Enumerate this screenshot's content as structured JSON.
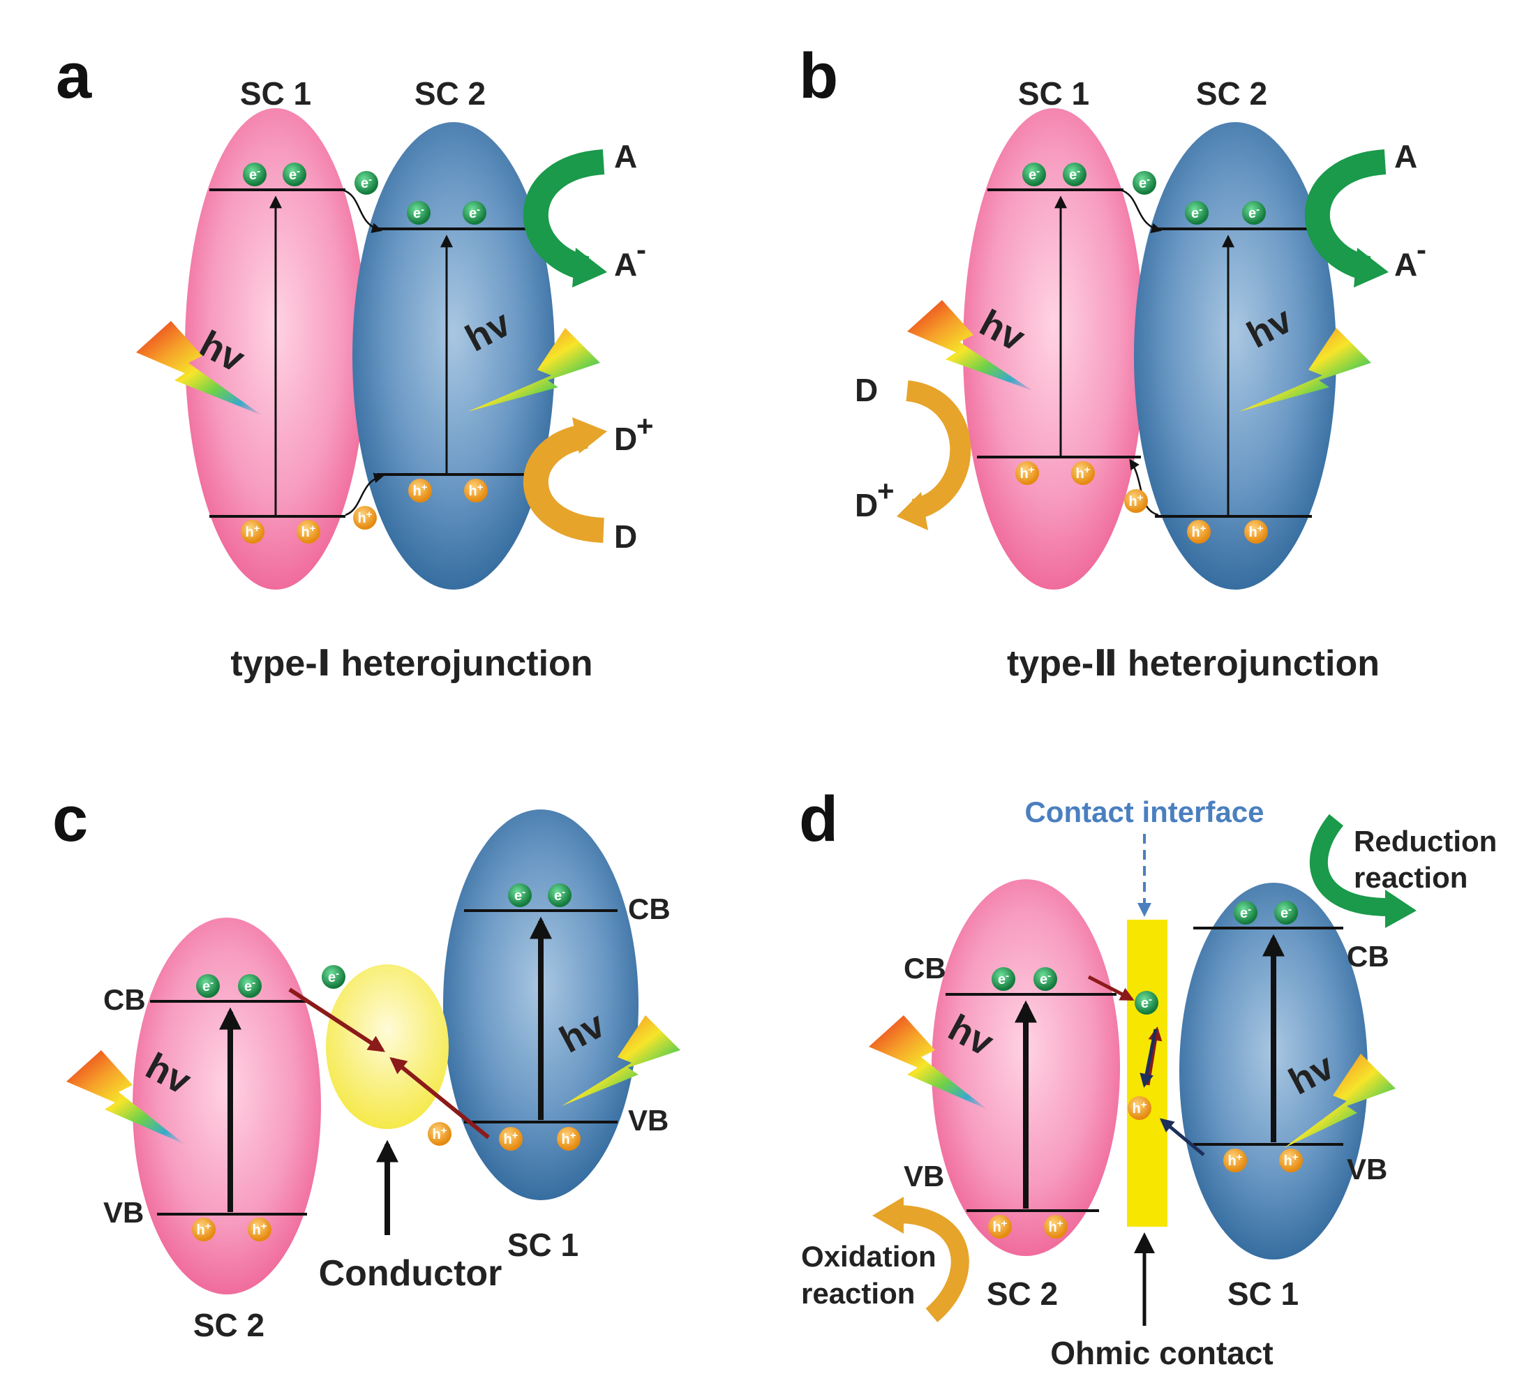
{
  "panels": {
    "a": {
      "letter": "a",
      "sc1": "SC 1",
      "sc2": "SC 2",
      "hv1": "hv",
      "hv2": "hv",
      "acceptor": "A",
      "acceptor_reduced": "A",
      "acceptor_reduced_sup": "-",
      "donor": "D",
      "donor_oxidized": "D",
      "donor_oxidized_sup": "+",
      "caption": "type-Ⅰ heterojunction"
    },
    "b": {
      "letter": "b",
      "sc1": "SC 1",
      "sc2": "SC 2",
      "hv1": "hv",
      "hv2": "hv",
      "acceptor": "A",
      "acceptor_reduced": "A",
      "acceptor_reduced_sup": "-",
      "donor": "D",
      "donor_oxidized": "D",
      "donor_oxidized_sup": "+",
      "caption": "type-Ⅱ heterojunction"
    },
    "c": {
      "letter": "c",
      "sc2": "SC 2",
      "sc1": "SC 1",
      "cb_left": "CB",
      "vb_left": "VB",
      "cb_right": "CB",
      "vb_right": "VB",
      "hv1": "hv",
      "hv2": "hv",
      "conductor": "Conductor"
    },
    "d": {
      "letter": "d",
      "sc2": "SC 2",
      "sc1": "SC 1",
      "cb_left": "CB",
      "vb_left": "VB",
      "cb_right": "CB",
      "vb_right": "VB",
      "hv1": "hv",
      "hv2": "hv",
      "contact_interface": "Contact interface",
      "reduction_line1": "Reduction",
      "reduction_line2": "reaction",
      "oxidation_line1": "Oxidation",
      "oxidation_line2": "reaction",
      "ohmic": "Ohmic contact"
    }
  },
  "carriers": {
    "electron": "e",
    "electron_sup": "-",
    "hole": "h",
    "hole_sup": "+"
  },
  "colors": {
    "pink_sc": "#f26a9a",
    "blue_sc": "#2f6aa0",
    "electron": "#1f8a4c",
    "hole": "#f0a020",
    "reduction_arrow": "#1a9a4a",
    "oxidation_arrow": "#e6a42a",
    "transfer_arrow": "#8b1a1a",
    "conductor": "#f5ef70",
    "ohmic_layer": "#f7e600",
    "interface_label": "#4a7fbf"
  }
}
